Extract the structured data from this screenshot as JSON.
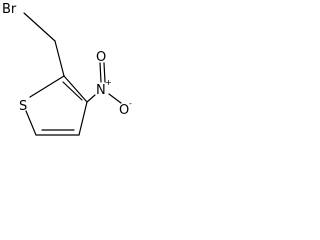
{
  "molecule": {
    "atoms": {
      "bromine": "Br",
      "sulfur": "S",
      "nitrogen": "N",
      "nitrogen_charge": "+",
      "oxygen_double": "O",
      "oxygen_single": "O",
      "oxygen_single_charge": "-"
    }
  }
}
